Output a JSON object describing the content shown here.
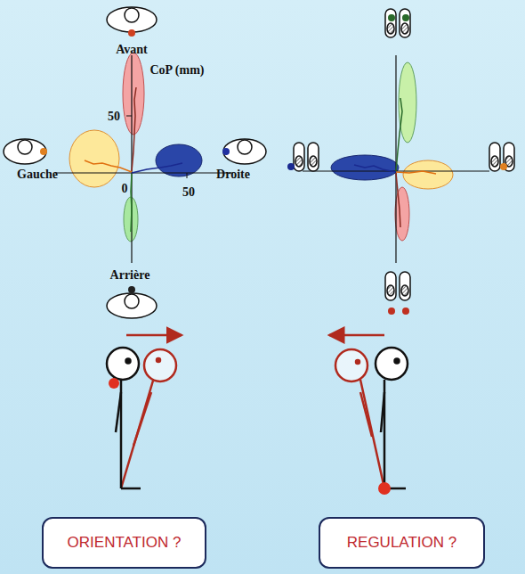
{
  "diagram": {
    "nodes": [
      {
        "text": [
          "ORIENTATION ?"
        ]
      },
      {
        "text": [
          "REGULATION ?"
        ]
      }
    ],
    "labels": [
      "Avant",
      "CoP (mm)",
      "50",
      "Gauche",
      "0",
      "50",
      "Droite",
      "Arrière"
    ]
  }
}
